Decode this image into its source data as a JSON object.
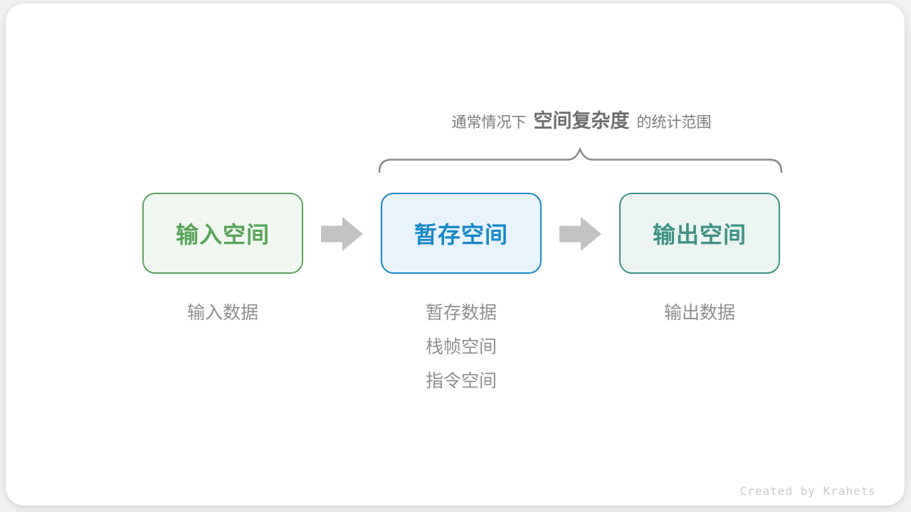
{
  "page": {
    "background": "#f1f1f1",
    "card_background": "#ffffff"
  },
  "caption": {
    "prefix": "通常情况下",
    "highlight": "空间复杂度",
    "suffix": "的统计范围",
    "text_color": "#7b7b7b",
    "highlight_color": "#6e6e6e"
  },
  "brace": {
    "color": "#8a8a8a"
  },
  "arrows": {
    "color": "#c2c2c2"
  },
  "boxes": [
    {
      "label": "输入空间",
      "border_color": "#5ca05e",
      "background": "#f0f7f0",
      "text_color": "#56a456",
      "sublabels": [
        "输入数据"
      ]
    },
    {
      "label": "暂存空间",
      "border_color": "#1787c9",
      "background": "#e8f3fb",
      "text_color": "#1787c9",
      "sublabels": [
        "暂存数据",
        "栈帧空间",
        "指令空间"
      ]
    },
    {
      "label": "输出空间",
      "border_color": "#3e9184",
      "background": "#ebf4f1",
      "text_color": "#3e9184",
      "sublabels": [
        "输出数据"
      ]
    }
  ],
  "footer": {
    "credit": "Created by Krahets"
  }
}
